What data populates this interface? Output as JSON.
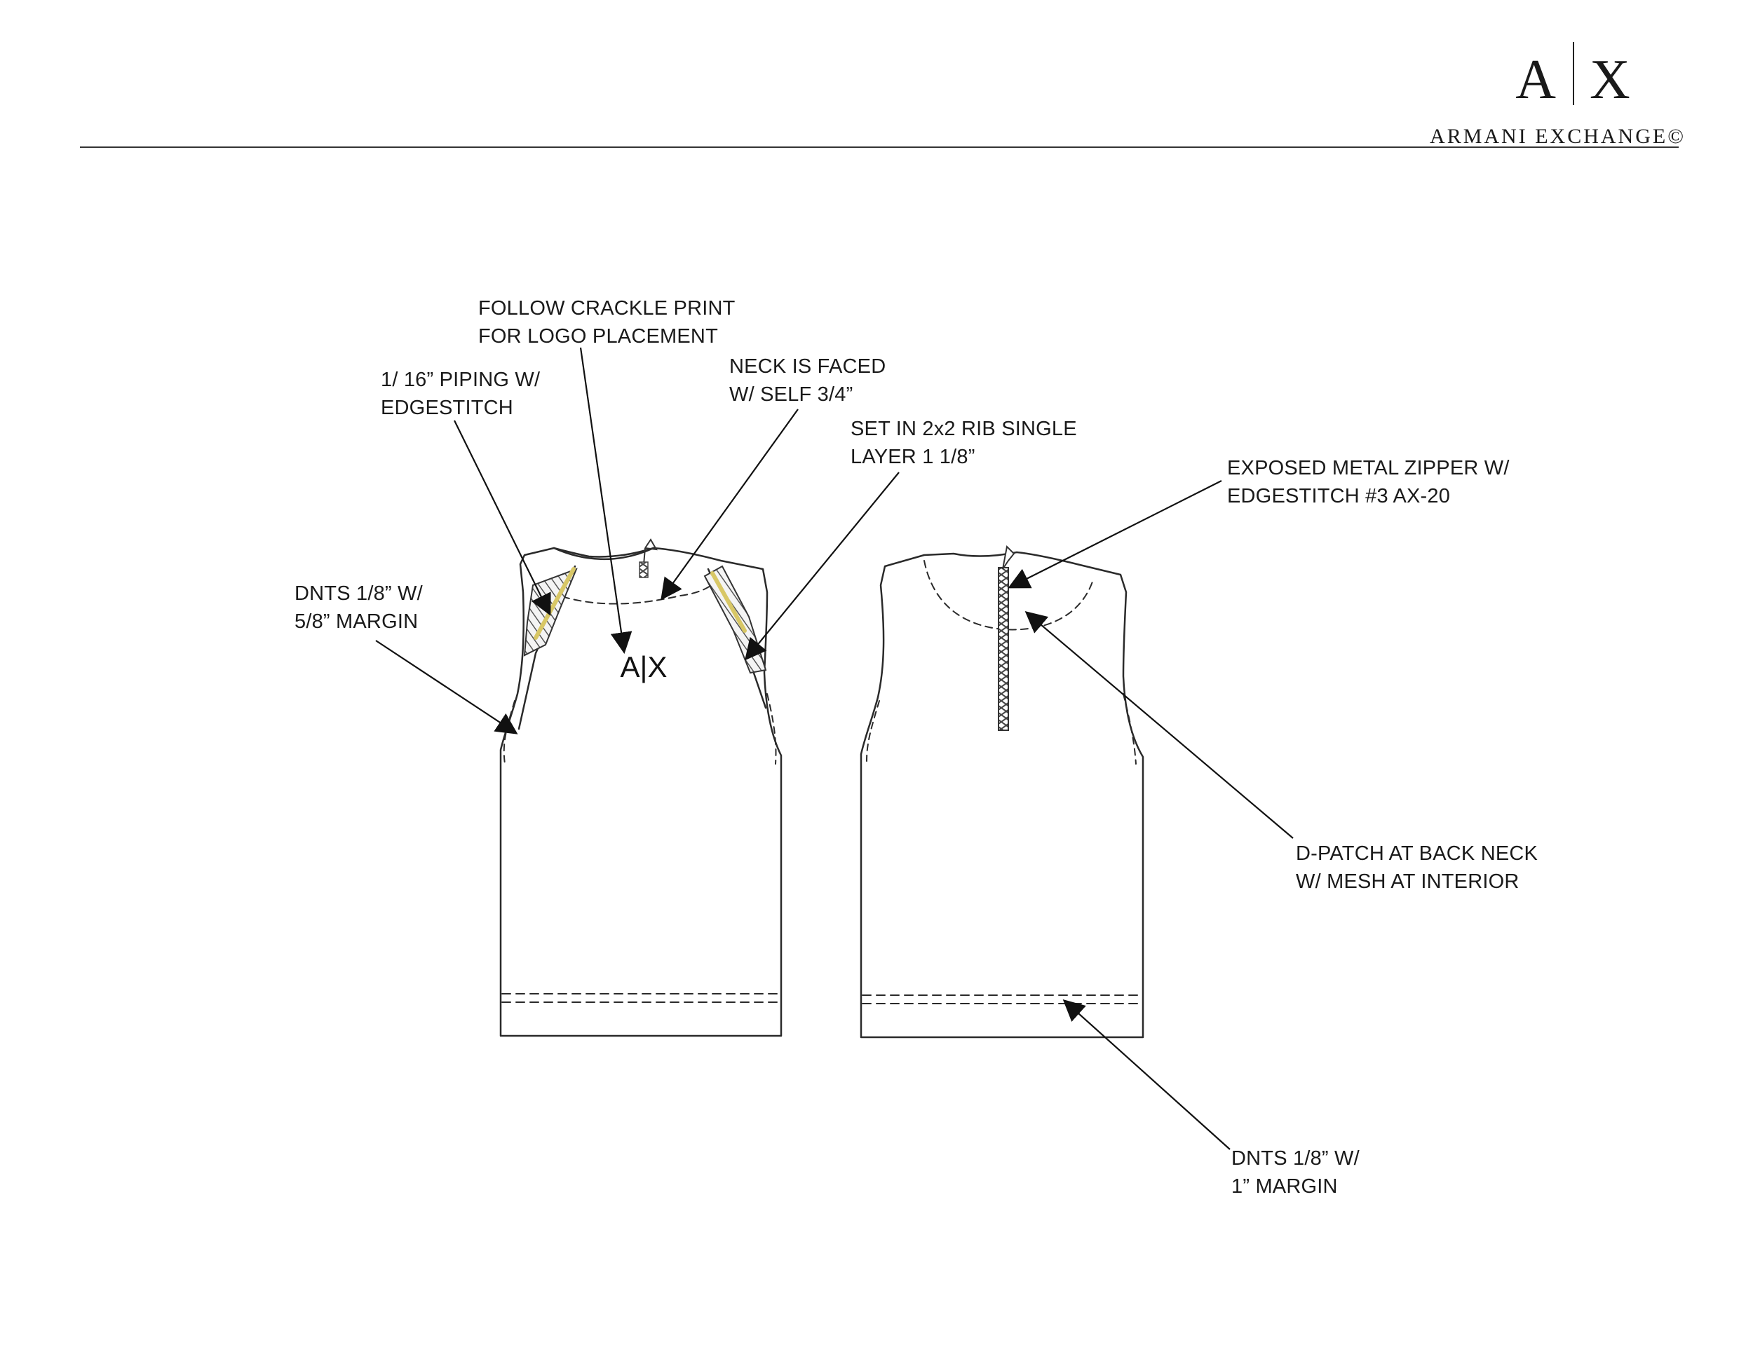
{
  "brand": {
    "mark_left": "A",
    "mark_right": "X",
    "name": "ARMANI EXCHANGE©"
  },
  "garment": {
    "chest_logo": "A|X",
    "colors": {
      "line": "#2a2a2a",
      "piping": "#d8c766",
      "rib": "#555555"
    }
  },
  "callouts": [
    {
      "id": "crackle-print",
      "lines": [
        "FOLLOW CRACKLE PRINT",
        "FOR LOGO PLACEMENT"
      ]
    },
    {
      "id": "piping",
      "lines": [
        " 1/ 16” PIPING W/",
        "EDGESTITCH"
      ]
    },
    {
      "id": "neck-faced",
      "lines": [
        "NECK IS FACED",
        "W/ SELF 3/4”"
      ]
    },
    {
      "id": "rib",
      "lines": [
        "SET IN 2x2 RIB SINGLE",
        "LAYER 1 1/8”"
      ]
    },
    {
      "id": "armhole-dnts",
      "lines": [
        "DNTS 1/8” W/",
        "5/8” MARGIN"
      ]
    },
    {
      "id": "zipper",
      "lines": [
        "EXPOSED METAL ZIPPER W/",
        "EDGESTITCH #3 AX-20"
      ]
    },
    {
      "id": "d-patch",
      "lines": [
        "D-PATCH AT BACK NECK",
        "W/ MESH AT INTERIOR"
      ]
    },
    {
      "id": "hem-dnts",
      "lines": [
        "DNTS 1/8” W/",
        "1” MARGIN"
      ]
    }
  ]
}
